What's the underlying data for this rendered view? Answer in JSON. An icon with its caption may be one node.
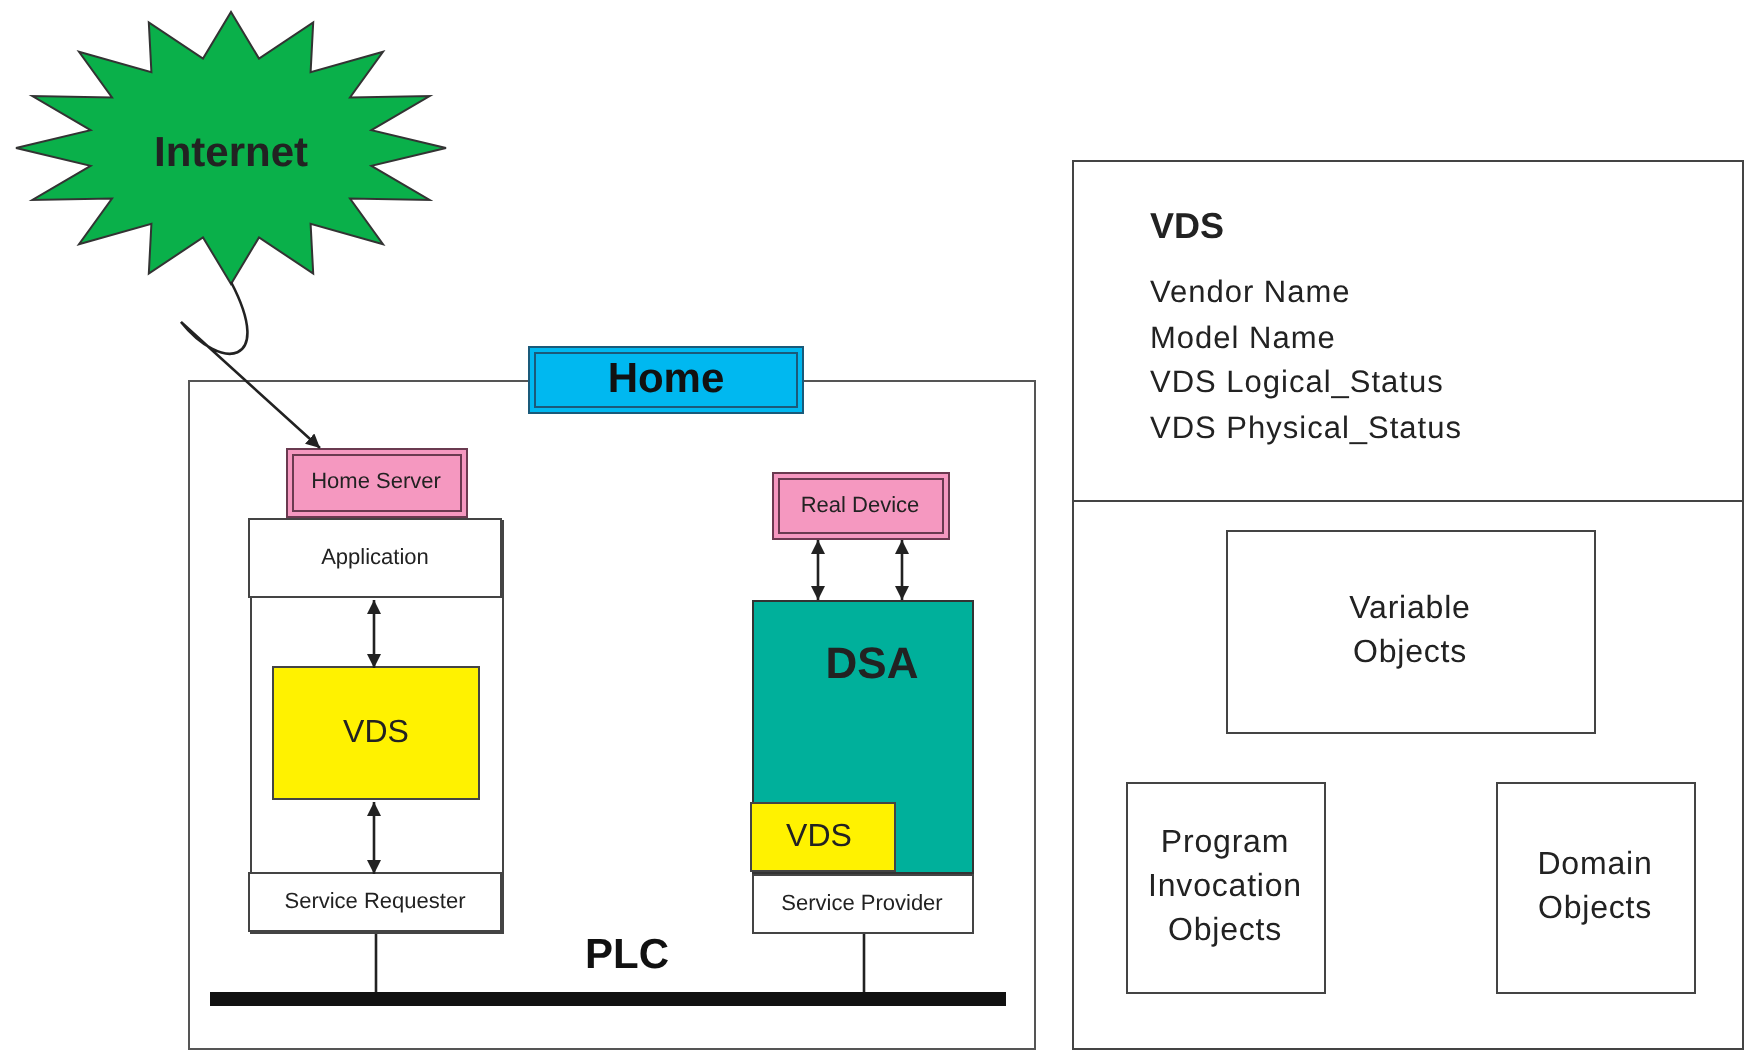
{
  "diagram": {
    "nodes": [
      {
        "text": [
          "Internet"
        ]
      },
      {
        "text": [
          "Home"
        ]
      },
      {
        "text": [
          "Home Server"
        ],
        "in": 1
      },
      {
        "text": [],
        "shape": "box",
        "in": 1
      },
      {
        "text": [
          "Application"
        ],
        "in": 3
      },
      {
        "text": [
          "VDS"
        ],
        "in": 3
      },
      {
        "text": [
          "Service Requester"
        ],
        "in": 3
      },
      {
        "text": [
          "Real Device"
        ],
        "in": 1
      },
      {
        "text": [
          "DSA"
        ],
        "in": 1
      },
      {
        "text": [
          "VDS"
        ],
        "in": 8
      },
      {
        "text": [
          "Service Provider"
        ],
        "in": 1
      },
      {
        "text": [],
        "shape": "bar",
        "beside": [
          "PLC"
        ],
        "in": 1
      },
      {
        "text": [
          "VDS",
          "Vendor Name",
          "Model Name",
          "VDS Logical_Status",
          "VDS Physical_Status"
        ]
      },
      {
        "text": [
          "Variable Objects"
        ],
        "in": 12
      },
      {
        "text": [
          "Program Invocation Objects"
        ],
        "in": 12
      },
      {
        "text": [
          "Domain Objects"
        ],
        "in": 12
      }
    ],
    "edges": [
      {
        "from": 0,
        "to": 2,
        "arrow": "to"
      },
      {
        "from": 4,
        "to": 5,
        "arrow": "both"
      },
      {
        "from": 5,
        "to": 6,
        "arrow": "both"
      },
      {
        "from": 7,
        "to": 8,
        "arrow": "both"
      },
      {
        "from": 7,
        "to": 8,
        "arrow": "both"
      },
      {
        "from": 6,
        "to": 11,
        "arrow": "none"
      },
      {
        "from": 10,
        "to": 11,
        "arrow": "none"
      }
    ]
  }
}
